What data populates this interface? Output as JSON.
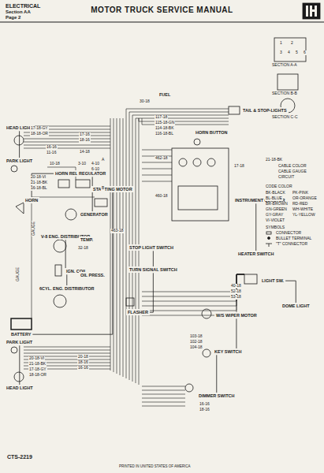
{
  "diagram": {
    "title": "MOTOR TRUCK SERVICE MANUAL",
    "nodes": [
      {
        "text": [
          "HEAD LIGHT"
        ]
      },
      {
        "text": [
          "PARK LIGHT"
        ]
      },
      {
        "text": [
          "HORN"
        ]
      },
      {
        "text": [
          "HORN RELAY"
        ]
      },
      {
        "text": [
          "REGULATOR"
        ]
      },
      {
        "text": [
          "GENERATOR"
        ]
      },
      {
        "text": [
          "STARTING MOTOR"
        ]
      },
      {
        "text": [
          "V-8 ENG. DISTRIBUTOR"
        ]
      },
      {
        "text": [
          "IGN. COIL"
        ]
      },
      {
        "text": [
          "6CYL. ENG. DISTRIBUTOR"
        ]
      },
      {
        "text": [
          "BATTERY"
        ]
      },
      {
        "text": [
          "TEMP."
        ]
      },
      {
        "text": [
          "OIL PRESS."
        ]
      },
      {
        "text": [
          "STOP LIGHT SWITCH"
        ]
      },
      {
        "text": [
          "TURN SIGNAL SWITCH"
        ]
      },
      {
        "text": [
          "FLASHER"
        ]
      },
      {
        "text": [
          "FUEL"
        ]
      },
      {
        "text": [
          "TAIL & STOP-LIGHTS"
        ]
      },
      {
        "text": [
          "HORN BUTTON"
        ]
      },
      {
        "text": [
          "INSTRUMENT CLUSTER"
        ]
      },
      {
        "text": [
          "HEATER SWITCH"
        ]
      },
      {
        "text": [
          "LIGHT SW."
        ]
      },
      {
        "text": [
          "DOME LIGHT"
        ]
      },
      {
        "text": [
          "W/S WIPER MOTOR"
        ]
      },
      {
        "text": [
          "KEY SWITCH"
        ]
      },
      {
        "text": [
          "DIMMER SWITCH"
        ]
      },
      {
        "text": [
          "PARK LIGHT"
        ]
      },
      {
        "text": [
          "HEAD LIGHT"
        ]
      }
    ],
    "edges": [
      {
        "from": 5,
        "to": 4,
        "arrow": "none"
      },
      {
        "from": 3,
        "to": 2,
        "arrow": "none"
      },
      {
        "from": 10,
        "to": 6,
        "arrow": "none"
      },
      {
        "from": 8,
        "to": 7,
        "arrow": "none"
      },
      {
        "from": 8,
        "to": 9,
        "arrow": "none"
      },
      {
        "from": 15,
        "to": 14,
        "arrow": "none"
      },
      {
        "from": 13,
        "to": 14,
        "arrow": "none"
      },
      {
        "from": 21,
        "to": 22,
        "arrow": "none"
      },
      {
        "from": 24,
        "to": 23,
        "arrow": "none"
      },
      {
        "from": 19,
        "to": 20,
        "arrow": "none"
      },
      {
        "from": 0,
        "to": 1,
        "arrow": "none"
      },
      {
        "from": 26,
        "to": 27,
        "arrow": "none"
      },
      {
        "from": 24,
        "to": 25,
        "arrow": "none"
      }
    ],
    "labels": [
      "ELECTRICAL",
      "Section AA",
      "Page 2",
      "CTS-2219",
      "PRINTED IN UNITED STATES OF AMERICA",
      "SECTION A-A",
      "SECTION B-B",
      "SECTION C-C",
      "1",
      "2",
      "3",
      "4",
      "5",
      "6",
      "21-18-BK",
      "CABLE COLOR",
      "CABLE GAUGE",
      "CIRCUIT",
      "CODE COLOR",
      "BK-BLACK",
      "PK-PINK",
      "BL-BLUE",
      "OR-ORANGE",
      "BR-BROWN",
      "RD-RED",
      "GN-GREEN",
      "WH-WHITE",
      "GY-GRAY",
      "YL-YELLOW",
      "VI-VIOLET",
      "SYMBOLS",
      "GAUGE",
      "GAUGE",
      "17-18-GY",
      "18-18-OR",
      "20-18-VI",
      "21-18-BK",
      "16-18-BL",
      "16-16",
      "11-16",
      "17-16",
      "18-16",
      "14-18",
      "3-10",
      "4-10",
      "6-10",
      "10-18",
      "30-18",
      "117-18",
      "115-18-GN",
      "114-18-BK",
      "116-18-BL",
      "17-18",
      "462-18",
      "460-18",
      "463-18",
      "32-18",
      "20-18",
      "18-16",
      "16-16",
      "20-18-VI",
      "21-18-BK",
      "17-18-GY",
      "18-18-OR",
      "40-18",
      "52-18",
      "53-18",
      "103-18",
      "102-18",
      "104-18",
      "16-16",
      "18-16",
      "A",
      "B"
    ],
    "legend": [
      {
        "text": "CONNECTOR"
      },
      {
        "text": "BULLET TERMINAL"
      },
      {
        "text": "\"T\" CONNECTOR"
      }
    ]
  }
}
